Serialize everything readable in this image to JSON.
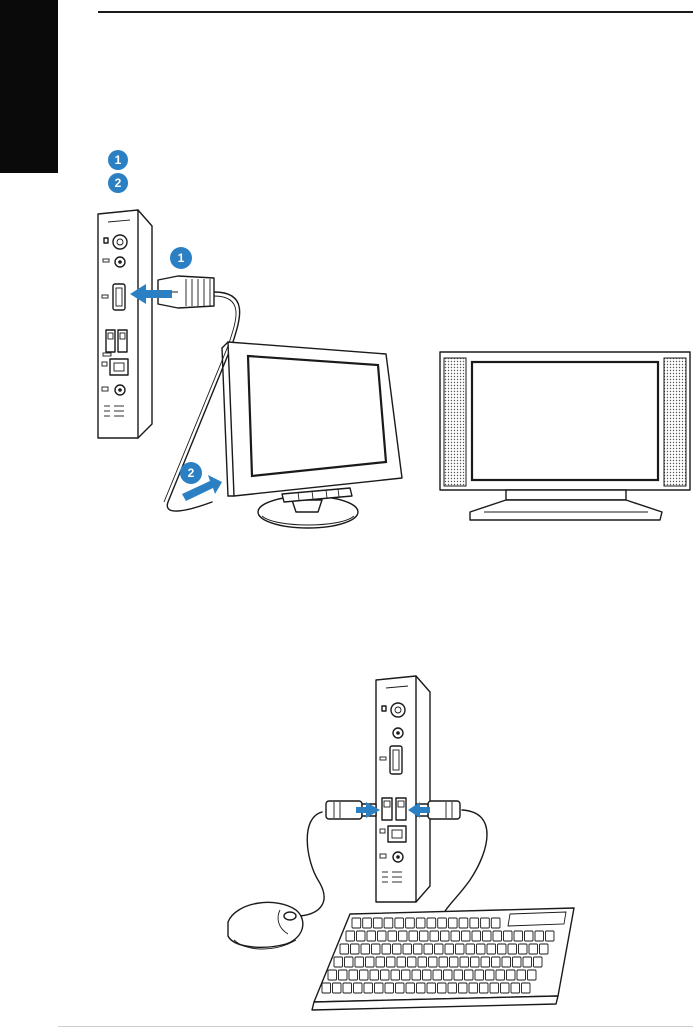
{
  "steps": {
    "a": "1",
    "b": "2",
    "c": "1",
    "d": "2"
  },
  "colors": {
    "accent": "#2b7fc3",
    "ink": "#1a1a1a",
    "tab": "#0a0a0a"
  },
  "icons": [
    "pc-front-panel",
    "hdmi-cable",
    "lcd-monitor",
    "lcd-tv",
    "usb-mouse",
    "usb-keyboard"
  ]
}
